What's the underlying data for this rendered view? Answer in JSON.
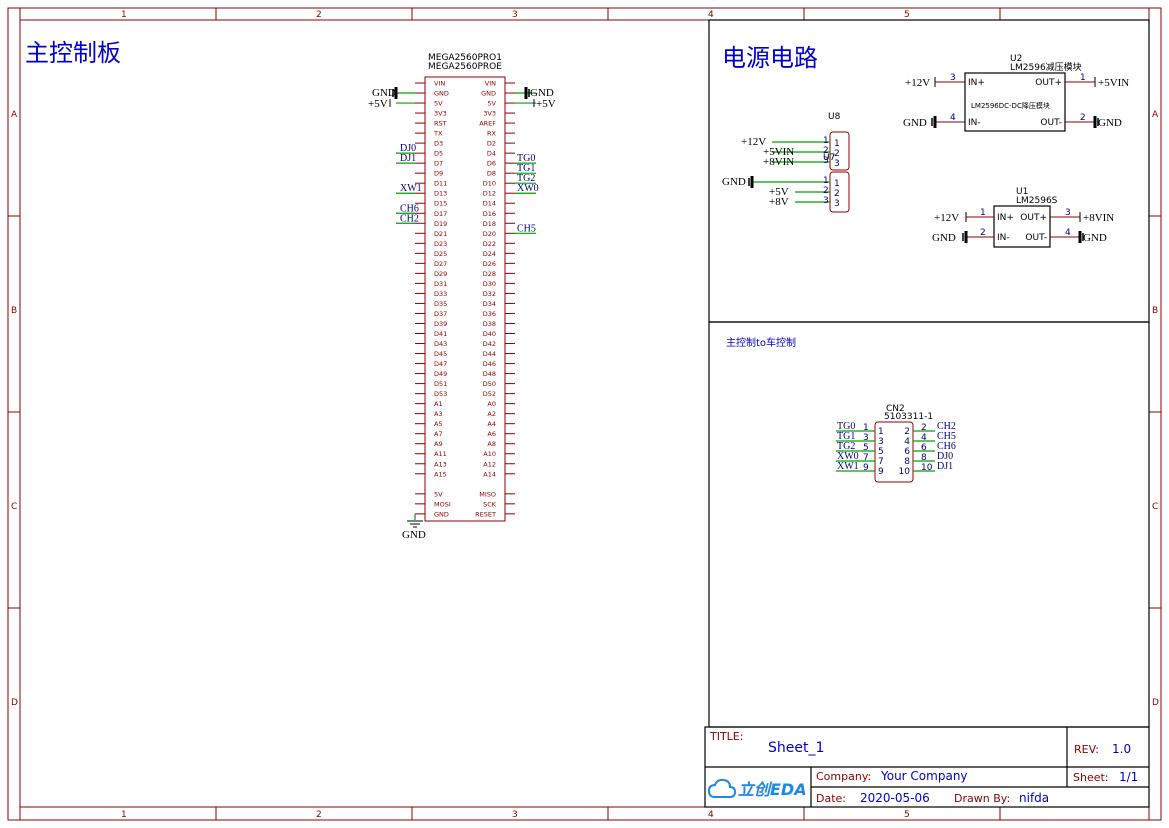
{
  "sheet": {
    "ruler_cols": [
      "1",
      "2",
      "3",
      "4",
      "5"
    ],
    "ruler_rows": [
      "A",
      "B",
      "C",
      "D"
    ]
  },
  "sections": {
    "main_board": "主控制板",
    "power": "电源电路",
    "car_link": "主控制to车控制"
  },
  "mega": {
    "ref1": "MEGA2560PRO1",
    "ref2": "MEGA2560PROE",
    "left_pins": [
      "VIN",
      "GND",
      "5V",
      "3V3",
      "RST",
      "TX",
      "D3",
      "D5",
      "D7",
      "D9",
      "D11",
      "D13",
      "D15",
      "D17",
      "D19",
      "D21",
      "D23",
      "D25",
      "D27",
      "D29",
      "D31",
      "D33",
      "D35",
      "D37",
      "D39",
      "D41",
      "D43",
      "D45",
      "D47",
      "D49",
      "D51",
      "D53",
      "A1",
      "A3",
      "A5",
      "A7",
      "A9",
      "A11",
      "A13",
      "A15",
      "",
      "5V",
      "MOSI",
      "GND"
    ],
    "right_pins": [
      "VIN",
      "GND",
      "5V",
      "3V3",
      "AREF",
      "RX",
      "D2",
      "D4",
      "D6",
      "D8",
      "D10",
      "D12",
      "D14",
      "D16",
      "D18",
      "D20",
      "D22",
      "D24",
      "D26",
      "D28",
      "D30",
      "D32",
      "D34",
      "D36",
      "D38",
      "D40",
      "D42",
      "D44",
      "D46",
      "D48",
      "D50",
      "D52",
      "A0",
      "A2",
      "A4",
      "A6",
      "A8",
      "A10",
      "A12",
      "A14",
      "",
      "MISO",
      "SCK",
      "RESET"
    ],
    "left_nets": {
      "1": "GND",
      "2": "+5V",
      "7": "DJ0",
      "8": "DJ1",
      "11": "XW1",
      "13": "CH6",
      "14": "CH2"
    },
    "right_nets": {
      "1": "GND",
      "2": "+5V",
      "8": "TG0",
      "9": "TG1",
      "10": "TG2",
      "11": "XW0",
      "15": "CH5"
    },
    "gnd_bottom": "GND"
  },
  "u8": {
    "ref": "U8",
    "ref_b": "U7",
    "top_nets": [
      "+12V",
      "+5VIN",
      "+8VIN"
    ],
    "bot_nets": [
      "GND",
      "+5V",
      "+8V"
    ],
    "pins": [
      "1",
      "2",
      "3"
    ]
  },
  "u2": {
    "ref": "U2",
    "name": "LM2596减压模块",
    "body_text": "LM2596DC-DC降压模块",
    "pins": {
      "in_p": "IN+",
      "in_n": "IN-",
      "out_p": "OUT+",
      "out_n": "OUT-"
    },
    "nums": {
      "in_p": "3",
      "in_n": "4",
      "out_p": "1",
      "out_n": "2"
    },
    "nets": {
      "in_p": "+12V",
      "in_n": "GND",
      "out_p": "+5VIN",
      "out_n": "GND"
    }
  },
  "u1": {
    "ref": "U1",
    "name": "LM2596S",
    "pins": {
      "in_p": "IN+",
      "in_n": "IN-",
      "out_p": "OUT+",
      "out_n": "OUT-"
    },
    "nums": {
      "in_p": "1",
      "in_n": "2",
      "out_p": "3",
      "out_n": "4"
    },
    "nets": {
      "in_p": "+12V",
      "in_n": "GND",
      "out_p": "+8VIN",
      "out_n": "GND"
    }
  },
  "cn2": {
    "ref": "CN2",
    "part": "5103311-1",
    "left_nets": [
      "TG0",
      "TG1",
      "TG2",
      "XW0",
      "XW1"
    ],
    "left_nums": [
      "1",
      "3",
      "5",
      "7",
      "9"
    ],
    "right_nums": [
      "2",
      "4",
      "6",
      "8",
      "10"
    ],
    "right_nets": [
      "CH2",
      "CH5",
      "CH6",
      "DJ0",
      "DJ1"
    ]
  },
  "title_block": {
    "title_label": "TITLE:",
    "title": "Sheet_1",
    "rev_label": "REV:",
    "rev": "1.0",
    "company_label": "Company:",
    "company": "Your Company",
    "sheet_label": "Sheet:",
    "sheet": "1/1",
    "date_label": "Date:",
    "date": "2020-05-06",
    "drawn_label": "Drawn By:",
    "drawn": "nifda",
    "logo": "立创EDA"
  }
}
